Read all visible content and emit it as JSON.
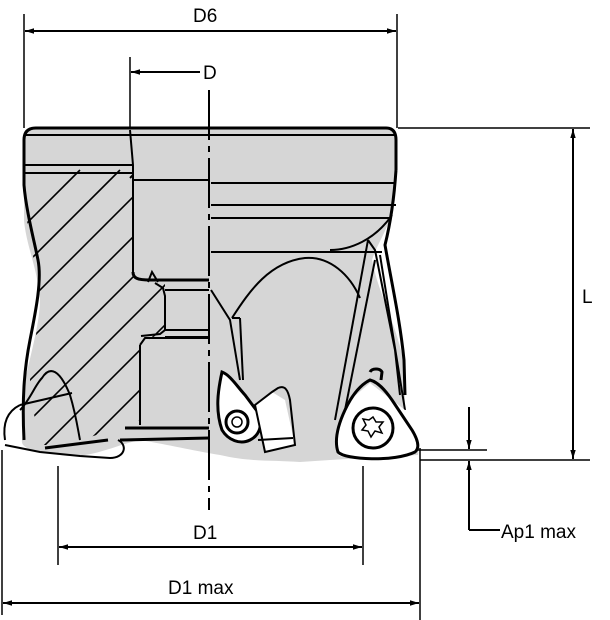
{
  "drawing": {
    "title": "Face milling cutter dimension drawing",
    "background": "#ffffff",
    "body_color": "#d6d6d6",
    "line_color": "#000000"
  },
  "dimensions": {
    "d6": {
      "label": "D6"
    },
    "d": {
      "label": "D"
    },
    "l": {
      "label": "L"
    },
    "d1": {
      "label": "D1"
    },
    "d1_max": {
      "label": "D1 max"
    },
    "ap1_max": {
      "label": "Ap1 max"
    }
  }
}
